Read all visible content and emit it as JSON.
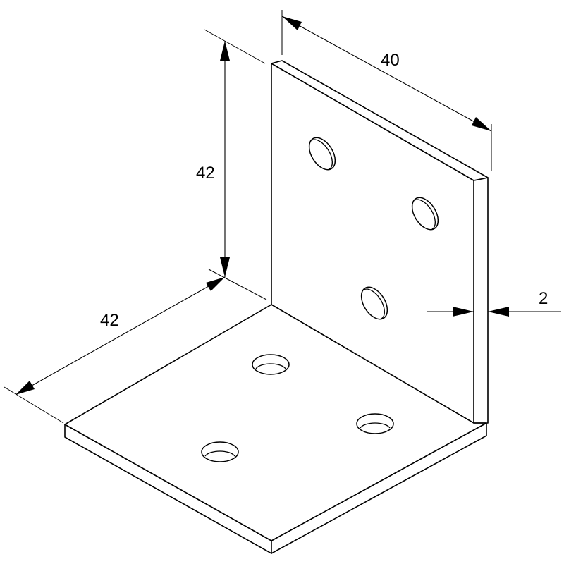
{
  "dimensions": {
    "width": "40",
    "height": "42",
    "depth": "42",
    "thickness": "2"
  }
}
